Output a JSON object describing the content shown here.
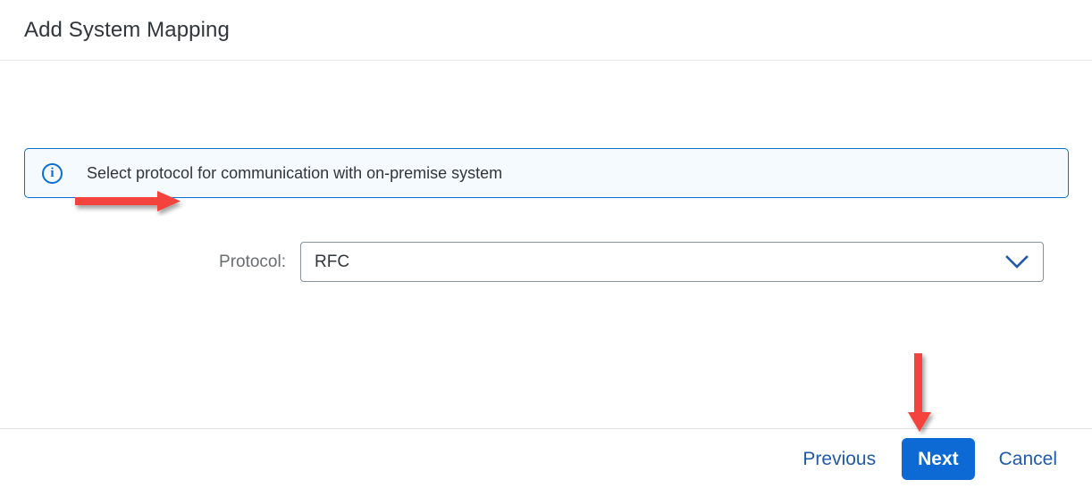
{
  "dialog": {
    "title": "Add System Mapping"
  },
  "info_strip": {
    "icon": "info-circle-icon",
    "message": "Select protocol for communication with on-premise system",
    "border_color": "#0a6ed1",
    "background_color": "#f5fafe"
  },
  "form": {
    "protocol": {
      "label": "Protocol:",
      "value": "RFC",
      "chevron_icon": "chevron-down-icon",
      "chevron_color": "#1e5aa8"
    }
  },
  "footer": {
    "previous_label": "Previous",
    "next_label": "Next",
    "cancel_label": "Cancel",
    "primary_color": "#0d6ad4",
    "link_color": "#1e5aa8"
  },
  "annotations": {
    "color": "#f4433c",
    "protocol_arrow": "red-arrow-right",
    "next_arrow": "red-arrow-down"
  }
}
